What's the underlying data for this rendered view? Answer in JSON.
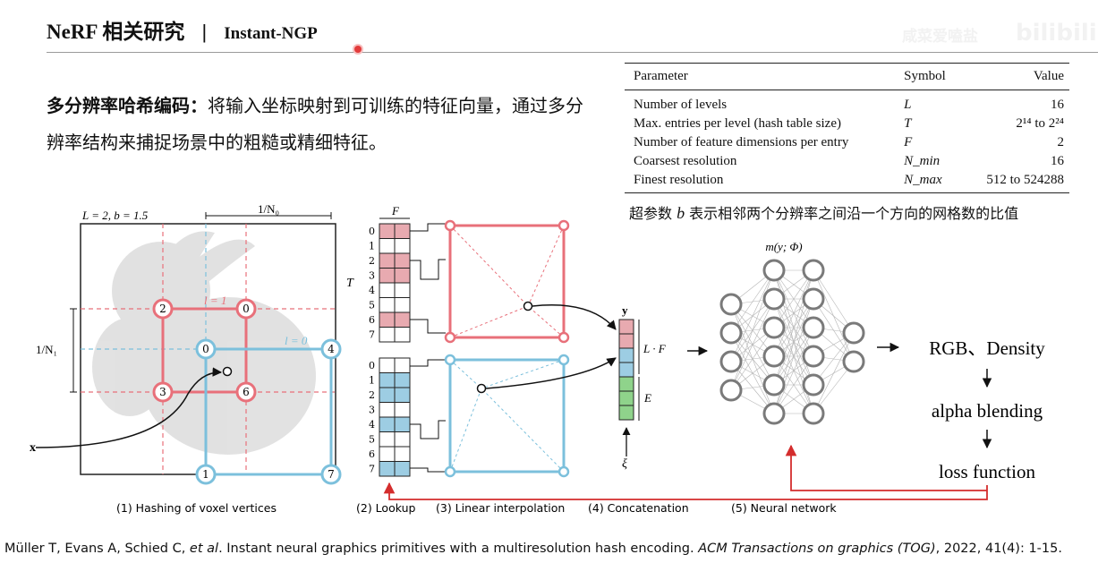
{
  "header": {
    "title": "NeRF 相关研究",
    "separator": "|",
    "subtitle": "Instant-NGP"
  },
  "logo": {
    "text": "bilibili",
    "faint_text": "咸菜爱嗑盐"
  },
  "description": {
    "bold": "多分辨率哈希编码：",
    "text": "将输入坐标映射到可训练的特征向量，通过多分辨率结构来捕捉场景中的粗糙或精细特征。"
  },
  "param_table": {
    "headers": [
      "Parameter",
      "Symbol",
      "Value"
    ],
    "rows": [
      {
        "param": "Number of levels",
        "symbol": "L",
        "value": "16"
      },
      {
        "param": "Max. entries per level (hash table size)",
        "symbol": "T",
        "value": "2¹⁴ to 2²⁴"
      },
      {
        "param": "Number of feature dimensions per entry",
        "symbol": "F",
        "value": "2"
      },
      {
        "param": "Coarsest resolution",
        "symbol": "N_min",
        "value": "16"
      },
      {
        "param": "Finest resolution",
        "symbol": "N_max",
        "value": "512 to 524288"
      }
    ]
  },
  "table_caption": {
    "pre": "超参数 ",
    "var": "b",
    "post": " 表示相邻两个分辨率之间沿一个方向的网格数的比值"
  },
  "figure": {
    "params_label": "L = 2,  b = 1.5",
    "n0_label": "1/N₀",
    "n1_label": "1/N₁",
    "level1_label": "l = 1",
    "level0_label": "l = 0",
    "x_label": "x",
    "red_vertices": [
      "2",
      "0",
      "3",
      "6"
    ],
    "blue_vertices": [
      "0",
      "4",
      "1",
      "7"
    ],
    "F_label": "F",
    "T_label": "T",
    "table_indices": [
      "0",
      "1",
      "2",
      "3",
      "4",
      "5",
      "6",
      "7"
    ],
    "y_label": "y",
    "LF_label": "L · F",
    "E_label": "E",
    "xi_label": "ξ",
    "m_label": "m(y; Φ)",
    "outputs": [
      "RGB、Density",
      "alpha blending",
      "loss function"
    ],
    "step_captions": [
      "(1) Hashing of voxel vertices",
      "(2) Lookup",
      "(3) Linear interpolation",
      "(4) Concatenation",
      "(5) Neural network"
    ]
  },
  "citation": {
    "authors": "Müller T, Evans A, Schied C, ",
    "etal": "et al",
    "title": ". Instant neural graphics primitives with a multiresolution hash encoding. ",
    "journal": "ACM Transactions on graphics (TOG)",
    "rest": ", 2022, 41(4): 1-15."
  },
  "colors": {
    "red": "#e8707a",
    "red_fill": "#e8aab0",
    "blue": "#7cc0dc",
    "blue_fill": "#9dcde3",
    "green_fill": "#8fd38b",
    "accent_line": "#d42d2d"
  }
}
